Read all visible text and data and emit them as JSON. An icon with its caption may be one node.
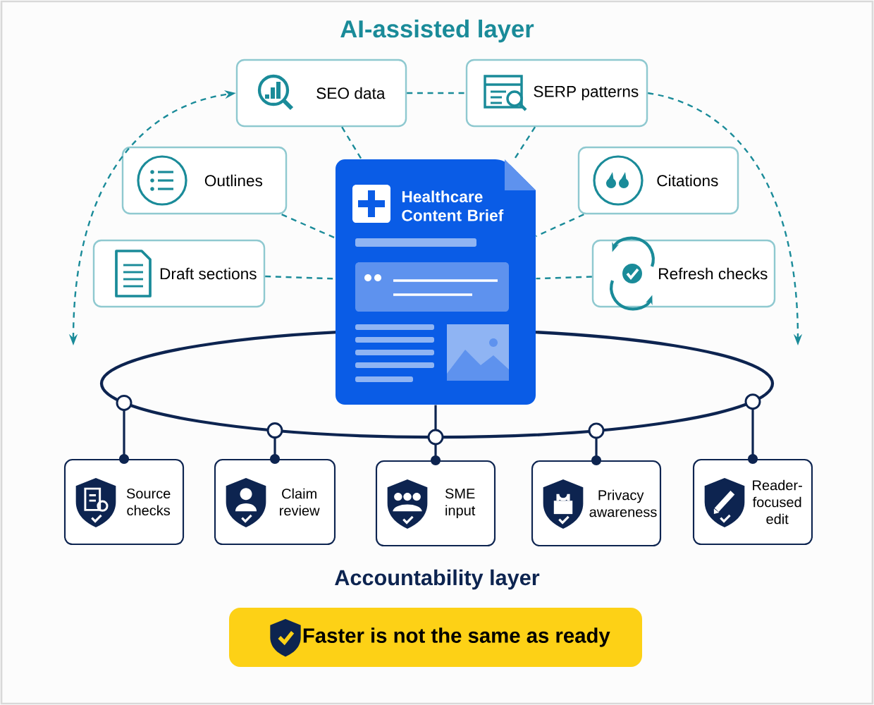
{
  "diagram": {
    "title": "AI-assisted layer",
    "nodes": [
      {
        "text": [
          "SEO data"
        ]
      },
      {
        "text": [
          "SERP patterns"
        ]
      },
      {
        "text": [
          "Outlines"
        ]
      },
      {
        "text": [
          "Citations"
        ]
      },
      {
        "text": [
          "Draft sections"
        ]
      },
      {
        "text": [
          "Refresh checks"
        ]
      },
      {
        "text": [
          "Healthcare Content Brief"
        ]
      },
      {
        "text": [],
        "shape": "ellipse"
      },
      {
        "text": [
          "Source checks"
        ]
      },
      {
        "text": [
          "Claim review"
        ]
      },
      {
        "text": [
          "SME input"
        ]
      },
      {
        "text": [
          "Privacy awareness"
        ]
      },
      {
        "text": [
          "Reader-focused edit"
        ]
      },
      {
        "text": [
          "Faster is not the same as ready"
        ]
      }
    ],
    "edges": [
      {
        "from": 0,
        "to": 1,
        "arrow": "none",
        "style": "dashed"
      },
      {
        "from": 0,
        "to": 6,
        "arrow": "none",
        "style": "dashed"
      },
      {
        "from": 1,
        "to": 6,
        "arrow": "none",
        "style": "dashed"
      },
      {
        "from": 2,
        "to": 6,
        "arrow": "none",
        "style": "dashed"
      },
      {
        "from": 3,
        "to": 6,
        "arrow": "none",
        "style": "dashed"
      },
      {
        "from": 4,
        "to": 6,
        "arrow": "none",
        "style": "dashed"
      },
      {
        "from": 5,
        "to": 6,
        "arrow": "none",
        "style": "dashed"
      },
      {
        "from": null,
        "to": 0,
        "arrow": "both",
        "style": "dashed"
      },
      {
        "from": 1,
        "to": null,
        "arrow": "to",
        "style": "dashed"
      },
      {
        "from": 6,
        "to": 7,
        "arrow": "none",
        "color": "#0d2450"
      },
      {
        "from": 7,
        "to": 8,
        "arrow": "other",
        "color": "#0d2450"
      },
      {
        "from": 7,
        "to": 9,
        "arrow": "other",
        "color": "#0d2450"
      },
      {
        "from": 7,
        "to": 10,
        "arrow": "other",
        "color": "#0d2450"
      },
      {
        "from": 7,
        "to": 11,
        "arrow": "other",
        "color": "#0d2450"
      },
      {
        "from": 7,
        "to": 12,
        "arrow": "other",
        "color": "#0d2450"
      }
    ],
    "labels": [
      "Accountability layer"
    ]
  }
}
